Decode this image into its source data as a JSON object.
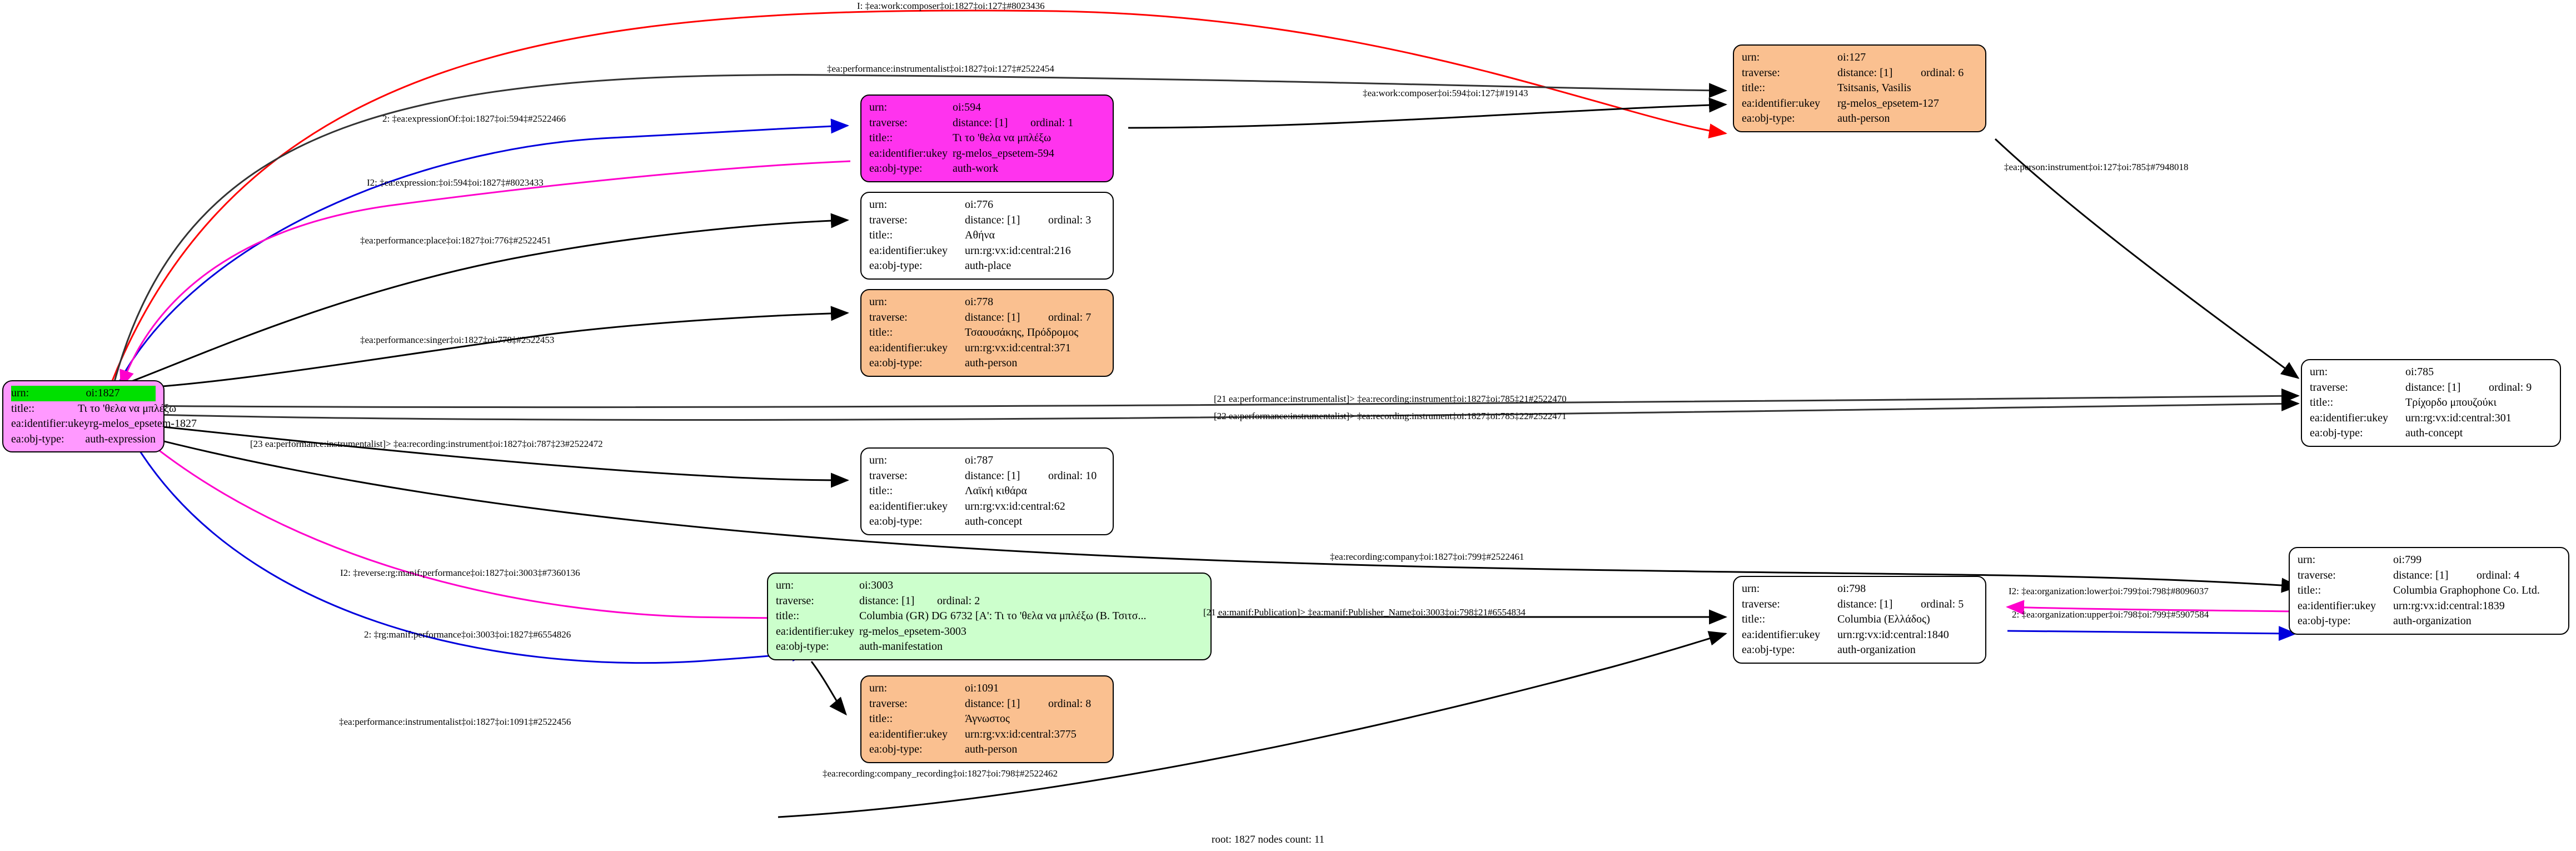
{
  "graph": {
    "footer": "root: 1827 nodes count: 11",
    "field_labels": {
      "urn": "urn:",
      "traverse": "traverse:",
      "title": "title::",
      "ukey": "ea:identifier:ukey",
      "objtype": "ea:obj-type:"
    }
  },
  "nodes": [
    {
      "id": "n1827",
      "urn": "oi:1827",
      "traverse": "",
      "title": "Τι το 'θελα να μπλέξω",
      "ukey": "rg-melos_epsetem-1827",
      "objtype": "auth-expression",
      "fill": "#ff99ff",
      "highlight": "#00e000"
    },
    {
      "id": "n594",
      "urn": "oi:594",
      "traverse": "distance: [1]     ordinal: 1",
      "distance": "distance: [1]",
      "ordinal": "ordinal: 1",
      "title": "Τι το 'θελα να μπλέξω",
      "ukey": "rg-melos_epsetem-594",
      "objtype": "auth-work",
      "fill": "#ff33ee"
    },
    {
      "id": "n127",
      "urn": "oi:127",
      "distance": "distance: [1]",
      "ordinal": "ordinal: 6",
      "title": "Tsitsanis, Vasilis",
      "ukey": "rg-melos_epsetem-127",
      "objtype": "auth-person",
      "fill": "#fac090"
    },
    {
      "id": "n776",
      "urn": "oi:776",
      "distance": "distance: [1]",
      "ordinal": "ordinal: 3",
      "title": "Αθήνα",
      "ukey": "urn:rg:vx:id:central:216",
      "objtype": "auth-place",
      "fill": "#ffffff"
    },
    {
      "id": "n778",
      "urn": "oi:778",
      "distance": "distance: [1]",
      "ordinal": "ordinal: 7",
      "title": "Τσαουσάκης, Πρόδρομος",
      "ukey": "urn:rg:vx:id:central:371",
      "objtype": "auth-person",
      "fill": "#fac090"
    },
    {
      "id": "n785",
      "urn": "oi:785",
      "distance": "distance: [1]",
      "ordinal": "ordinal: 9",
      "title": "Τρίχορδο μπουζούκι",
      "ukey": "urn:rg:vx:id:central:301",
      "objtype": "auth-concept",
      "fill": "#ffffff"
    },
    {
      "id": "n787",
      "urn": "oi:787",
      "distance": "distance: [1]",
      "ordinal": "ordinal: 10",
      "title": "Λαϊκή κιθάρα",
      "ukey": "urn:rg:vx:id:central:62",
      "objtype": "auth-concept",
      "fill": "#ffffff"
    },
    {
      "id": "n3003",
      "urn": "oi:3003",
      "distance": "distance: [1]",
      "ordinal": "ordinal: 2",
      "title": "Columbia (GR) DG 6732 [Α': Τι το 'θελα να μπλέξω (Β. Τσιτσ...",
      "ukey": "rg-melos_epsetem-3003",
      "objtype": "auth-manifestation",
      "fill": "#ccffcc"
    },
    {
      "id": "n1091",
      "urn": "oi:1091",
      "distance": "distance: [1]",
      "ordinal": "ordinal: 8",
      "title": "Άγνωστος",
      "ukey": "urn:rg:vx:id:central:3775",
      "objtype": "auth-person",
      "fill": "#fac090"
    },
    {
      "id": "n798",
      "urn": "oi:798",
      "distance": "distance: [1]",
      "ordinal": "ordinal: 5",
      "title": "Columbia (Ελλάδος)",
      "ukey": "urn:rg:vx:id:central:1840",
      "objtype": "auth-organization",
      "fill": "#ffffff"
    },
    {
      "id": "n799",
      "urn": "oi:799",
      "distance": "distance: [1]",
      "ordinal": "ordinal: 4",
      "title": "Columbia Graphophone Co. Ltd.",
      "ukey": "urn:rg:vx:id:central:1839",
      "objtype": "auth-organization",
      "fill": "#ffffff"
    }
  ],
  "edge_labels": [
    {
      "id": "l1",
      "text": "I: ‡ea:work:composer‡oi:1827‡oi:127‡#8023436",
      "color": "#000000"
    },
    {
      "id": "l2",
      "text": "‡ea:performance:instrumentalist‡oi:1827‡oi:127‡#2522454",
      "color": "#000000"
    },
    {
      "id": "l3",
      "text": "2: ‡ea:expressionOf:‡oi:1827‡oi:594‡#2522466",
      "color": "#000000"
    },
    {
      "id": "l4",
      "text": "‡ea:work:composer‡oi:594‡oi:127‡#19143",
      "color": "#000000"
    },
    {
      "id": "l5",
      "text": "I2: ‡ea:expression:‡oi:594‡oi:1827‡#8023433",
      "color": "#000000"
    },
    {
      "id": "l6",
      "text": "‡ea:performance:place‡oi:1827‡oi:776‡#2522451",
      "color": "#000000"
    },
    {
      "id": "l7",
      "text": "‡ea:performance:singer‡oi:1827‡oi:778‡#2522453",
      "color": "#000000"
    },
    {
      "id": "l8",
      "text": "‡ea:person:instrument‡oi:127‡oi:785‡#7948018",
      "color": "#000000"
    },
    {
      "id": "l9",
      "text": "[21 ea:performance:instrumentalist]> ‡ea:recording:instrument‡oi:1827‡oi:785‡21#2522470",
      "color": "#000000"
    },
    {
      "id": "l10",
      "text": "[22 ea:performance:instrumentalist]> ‡ea:recording:instrument‡oi:1827‡oi:785‡22#2522471",
      "color": "#000000"
    },
    {
      "id": "l11",
      "text": "[23 ea:performance:instrumentalist]> ‡ea:recording:instrument‡oi:1827‡oi:787‡23#2522472",
      "color": "#000000"
    },
    {
      "id": "l12",
      "text": "I2: ‡reverse:rg:manif:performance‡oi:1827‡oi:3003‡#7360136",
      "color": "#000000"
    },
    {
      "id": "l13",
      "text": "2: ‡rg:manif:performance‡oi:3003‡oi:1827‡#6554826",
      "color": "#000000"
    },
    {
      "id": "l14",
      "text": "‡ea:performance:instrumentalist‡oi:1827‡oi:1091‡#2522456",
      "color": "#000000"
    },
    {
      "id": "l15",
      "text": "‡ea:recording:company‡oi:1827‡oi:799‡#2522461",
      "color": "#000000"
    },
    {
      "id": "l16",
      "text": "[21 ea:manif:Publication]> ‡ea:manif:Publisher_Name‡oi:3003‡oi:798‡21#6554834",
      "color": "#000000"
    },
    {
      "id": "l17",
      "text": "I2: ‡ea:organization:lower‡oi:799‡oi:798‡#8096037",
      "color": "#000000"
    },
    {
      "id": "l18",
      "text": "2: ‡ea:organization:upper‡oi:798‡oi:799‡#5907584",
      "color": "#000000"
    },
    {
      "id": "l19",
      "text": "‡ea:recording:company_recording‡oi:1827‡oi:798‡#2522462",
      "color": "#000000"
    }
  ]
}
